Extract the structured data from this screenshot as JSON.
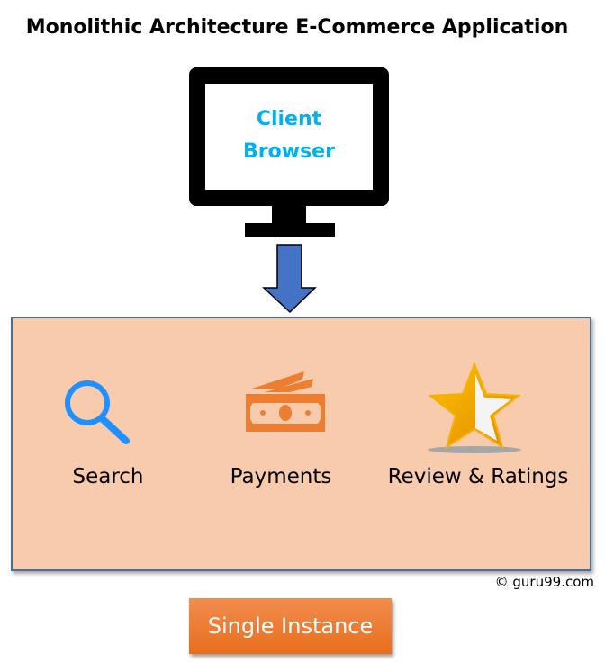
{
  "title": "Monolithic Architecture E-Commerce Application",
  "client": {
    "line1": "Client",
    "line2": "Browser"
  },
  "modules": [
    {
      "label": "Search",
      "icon": "search-icon"
    },
    {
      "label": "Payments",
      "icon": "money-icon"
    },
    {
      "label": "Review & Ratings",
      "icon": "star-icon"
    }
  ],
  "copyright": "© guru99.com",
  "instance_label": "Single Instance",
  "colors": {
    "box_fill": "#f8cbad",
    "box_border": "#41719c",
    "arrow": "#4472c4",
    "accent_blue": "#00b0f0",
    "orange": "#ed7d31"
  }
}
